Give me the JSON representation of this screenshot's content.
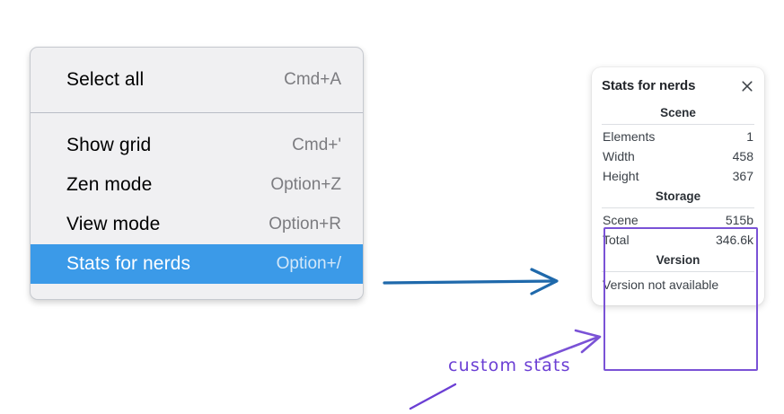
{
  "context_menu": {
    "groups": [
      {
        "items": [
          {
            "label": "Select all",
            "shortcut": "Cmd+A",
            "selected": false
          }
        ]
      },
      {
        "items": [
          {
            "label": "Show grid",
            "shortcut": "Cmd+'",
            "selected": false
          },
          {
            "label": "Zen mode",
            "shortcut": "Option+Z",
            "selected": false
          },
          {
            "label": "View mode",
            "shortcut": "Option+R",
            "selected": false
          },
          {
            "label": "Stats for nerds",
            "shortcut": "Option+/",
            "selected": true
          }
        ]
      }
    ],
    "highlight_color": "#3b9ae8"
  },
  "stats_panel": {
    "title": "Stats for nerds",
    "close_icon": "close-icon",
    "sections": [
      {
        "header": "Scene",
        "rows": [
          {
            "key": "Elements",
            "value": "1"
          },
          {
            "key": "Width",
            "value": "458"
          },
          {
            "key": "Height",
            "value": "367"
          }
        ]
      },
      {
        "header": "Storage",
        "rows": [
          {
            "key": "Scene",
            "value": "515b"
          },
          {
            "key": "Total",
            "value": "346.6k"
          }
        ]
      },
      {
        "header": "Version",
        "note": "Version not available"
      }
    ]
  },
  "annotations": {
    "custom_stats_label": "custom stats",
    "blue_arrow_color": "#1f69ab",
    "purple_color": "#7a52d6"
  }
}
